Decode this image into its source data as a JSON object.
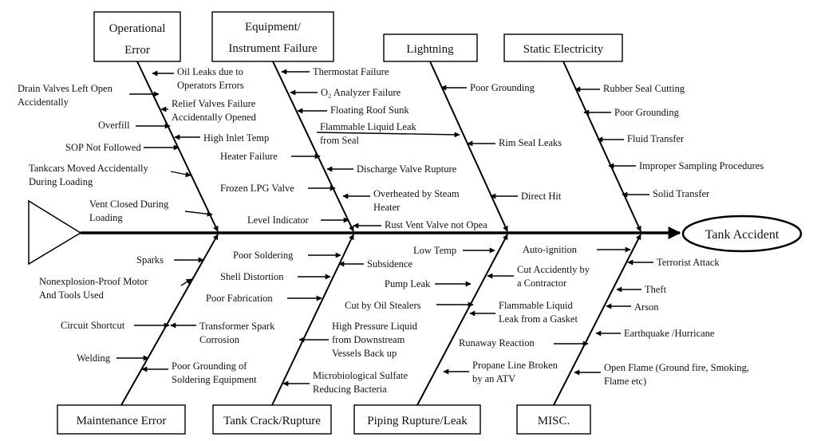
{
  "effect": "Tank Accident",
  "categories": {
    "operational": "Operational Error",
    "operational_l1": "Operational",
    "operational_l2": "Error",
    "equipment_l1": "Equipment/",
    "equipment_l2": "Instrument Failure",
    "lightning": "Lightning",
    "static": "Static Electricity",
    "maintenance": "Maintenance Error",
    "tank": "Tank Crack/Rupture",
    "piping": "Piping Rupture/Leak",
    "misc": "MISC."
  },
  "causes": {
    "operational": [
      {
        "lines": [
          "Oil Leaks due to",
          "Operators Errors"
        ]
      },
      {
        "lines": [
          "Drain Valves Left Open",
          "Accidentally"
        ]
      },
      {
        "lines": [
          "Relief Valves Failure",
          "Accidentally Opened"
        ]
      },
      {
        "lines": [
          "Overfill"
        ]
      },
      {
        "lines": [
          "High Inlet Temp"
        ]
      },
      {
        "lines": [
          "SOP Not Followed"
        ]
      },
      {
        "lines": [
          "Tankcars Moved Accidentally",
          "During Loading"
        ]
      },
      {
        "lines": [
          "Vent Closed During",
          "Loading"
        ]
      }
    ],
    "equipment": [
      {
        "lines": [
          "Thermostat Failure"
        ]
      },
      {
        "lines": [
          "O₂ Analyzer  Failure"
        ]
      },
      {
        "lines": [
          "Floating Roof Sunk"
        ]
      },
      {
        "lines": [
          "Flammable Liquid Leak",
          "from Seal"
        ]
      },
      {
        "lines": [
          "Heater Failure"
        ]
      },
      {
        "lines": [
          "Discharge Valve Rupture"
        ]
      },
      {
        "lines": [
          "Frozen LPG Valve"
        ]
      },
      {
        "lines": [
          "Overheated by Steam",
          "Heater"
        ]
      },
      {
        "lines": [
          "Level Indicator"
        ]
      },
      {
        "lines": [
          "Rust Vent Valve not Opea"
        ]
      }
    ],
    "lightning": [
      {
        "lines": [
          "Poor Grounding"
        ]
      },
      {
        "lines": [
          "Rim Seal Leaks"
        ]
      },
      {
        "lines": [
          "Direct Hit"
        ]
      }
    ],
    "static": [
      {
        "lines": [
          "Rubber Seal Cutting"
        ]
      },
      {
        "lines": [
          "Poor Grounding"
        ]
      },
      {
        "lines": [
          "Fluid Transfer"
        ]
      },
      {
        "lines": [
          "Improper Sampling Procedures"
        ]
      },
      {
        "lines": [
          "Solid Transfer"
        ]
      }
    ],
    "maintenance": [
      {
        "lines": [
          "Sparks"
        ]
      },
      {
        "lines": [
          "Nonexplosion-Proof Motor",
          "And Tools Used"
        ]
      },
      {
        "lines": [
          "Circuit Shortcut"
        ]
      },
      {
        "lines": [
          "Welding"
        ]
      },
      {
        "lines": [
          "Poor Grounding of",
          "Soldering Equipment"
        ]
      }
    ],
    "tank": [
      {
        "lines": [
          "Poor Soldering"
        ]
      },
      {
        "lines": [
          "Subsidence"
        ]
      },
      {
        "lines": [
          "Shell Distortion"
        ]
      },
      {
        "lines": [
          "Poor Fabrication"
        ]
      },
      {
        "lines": [
          "Transformer Spark",
          "Corrosion"
        ]
      },
      {
        "lines": [
          "High Pressure Liquid",
          "from Downstream",
          "Vessels Back up"
        ]
      },
      {
        "lines": [
          "Microbiological Sulfate",
          "Reducing Bacteria"
        ]
      }
    ],
    "piping": [
      {
        "lines": [
          "Low Temp"
        ]
      },
      {
        "lines": [
          "Pump Leak"
        ]
      },
      {
        "lines": [
          "Cut Accidently by",
          "a Contractor"
        ]
      },
      {
        "lines": [
          "Cut by Oil Stealers"
        ]
      },
      {
        "lines": [
          "Flammable Liquid",
          "Leak from a Gasket"
        ]
      },
      {
        "lines": [
          "Runaway Reaction"
        ]
      },
      {
        "lines": [
          "Propane Line Broken",
          "by an ATV"
        ]
      }
    ],
    "misc": [
      {
        "lines": [
          "Auto-ignition"
        ]
      },
      {
        "lines": [
          "Terrorist Attack"
        ]
      },
      {
        "lines": [
          "Theft"
        ]
      },
      {
        "lines": [
          "Arson"
        ]
      },
      {
        "lines": [
          "Earthquake /Hurricane"
        ]
      },
      {
        "lines": [
          "Open Flame (Ground fire, Smoking,",
          "Flame etc)"
        ]
      }
    ]
  }
}
